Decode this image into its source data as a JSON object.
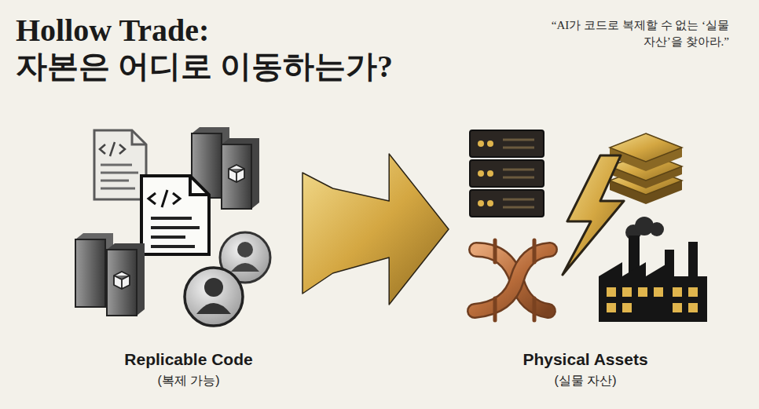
{
  "diagram": {
    "title": "Hollow Trade: 자본은 어디로 이동하는가?",
    "nodes": [
      {
        "text": [
          "Replicable Code",
          "(복제 가능)"
        ]
      },
      {
        "text": [
          "Physical Assets",
          "(실물 자산)"
        ]
      }
    ],
    "edges": [
      {
        "from": 0,
        "to": 1,
        "arrow": "to"
      }
    ],
    "labels": [
      "“AI가 코드로 복제할 수 없는 ‘실물 자산’을 찾아라.”"
    ]
  }
}
